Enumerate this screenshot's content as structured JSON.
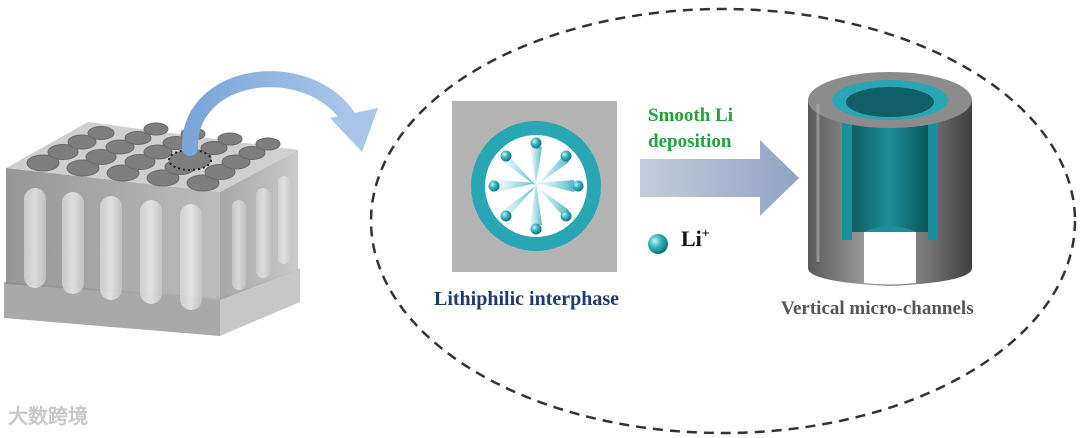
{
  "labels": {
    "smooth_li_line1": "Smooth Li",
    "smooth_li_line2": "deposition",
    "li_ion": "Li",
    "li_ion_sup": "+",
    "lithiphilic": "Lithiphilic interphase",
    "vertical": "Vertical micro-channels"
  },
  "watermark": {
    "text": "大数跨境"
  },
  "colors": {
    "teal": "#29a6b3",
    "green_label": "#1fa33a",
    "navy_label": "#1e3a6e",
    "arrow_fill": "#a9b9d2",
    "curved_arrow": "#8fb3e0"
  }
}
